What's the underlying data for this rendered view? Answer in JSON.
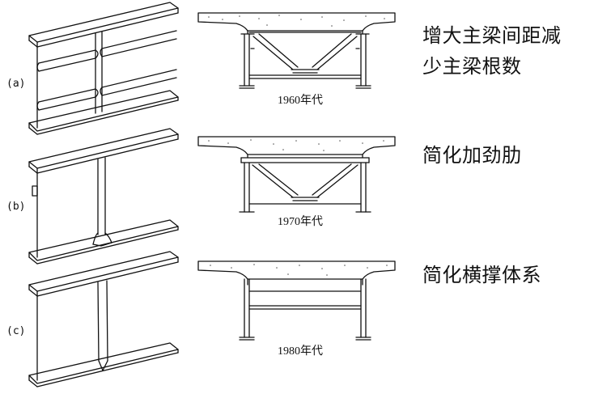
{
  "rows": [
    {
      "label": "(a)",
      "era": "1960年代",
      "caption": "增大主梁间距减少主梁根数"
    },
    {
      "label": "(b)",
      "era": "1970年代",
      "caption": "简化加劲肋"
    },
    {
      "label": "(c)",
      "era": "1980年代",
      "caption": "简化横撑体系"
    }
  ],
  "caption_a_line1": "增大主梁间距减",
  "caption_a_line2": "少主梁根数",
  "colors": {
    "ink": "#111111",
    "concrete_dots": "#555555",
    "background": "#ffffff"
  }
}
